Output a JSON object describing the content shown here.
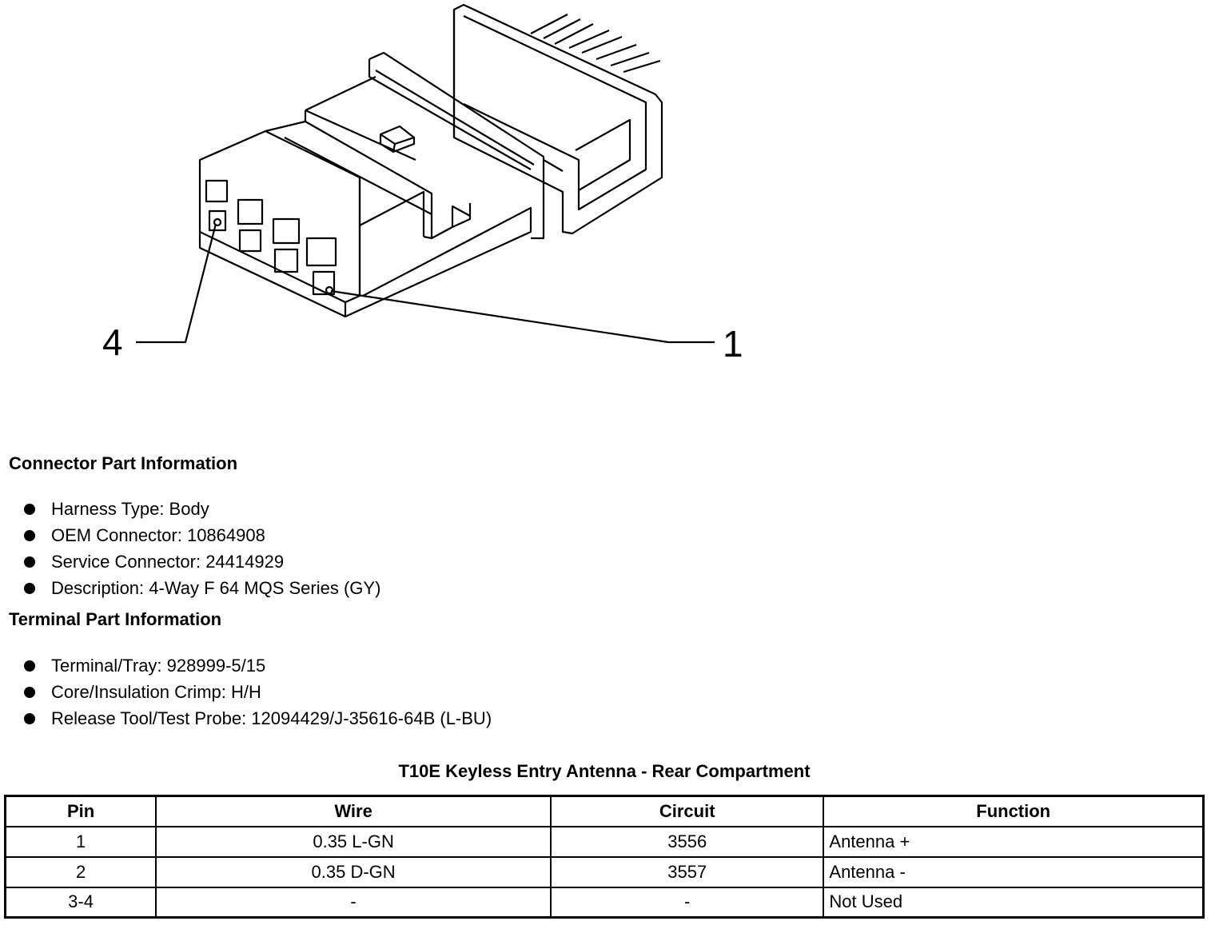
{
  "diagram": {
    "callout_left": "4",
    "callout_right": "1"
  },
  "connector_info": {
    "heading": "Connector Part Information",
    "items": [
      "Harness Type: Body",
      "OEM Connector: 10864908",
      "Service Connector: 24414929",
      "Description: 4-Way F 64 MQS Series (GY)"
    ]
  },
  "terminal_info": {
    "heading": "Terminal Part Information",
    "items": [
      "Terminal/Tray: 928999-5/15",
      "Core/Insulation Crimp: H/H",
      "Release Tool/Test Probe: 12094429/J-35616-64B (L-BU)"
    ]
  },
  "table": {
    "title": "T10E Keyless Entry Antenna - Rear Compartment",
    "headers": [
      "Pin",
      "Wire",
      "Circuit",
      "Function"
    ],
    "rows": [
      [
        "1",
        "0.35 L-GN",
        "3556",
        "Antenna +"
      ],
      [
        "2",
        "0.35 D-GN",
        "3557",
        "Antenna -"
      ],
      [
        "3-4",
        "-",
        "-",
        "Not Used"
      ]
    ]
  }
}
